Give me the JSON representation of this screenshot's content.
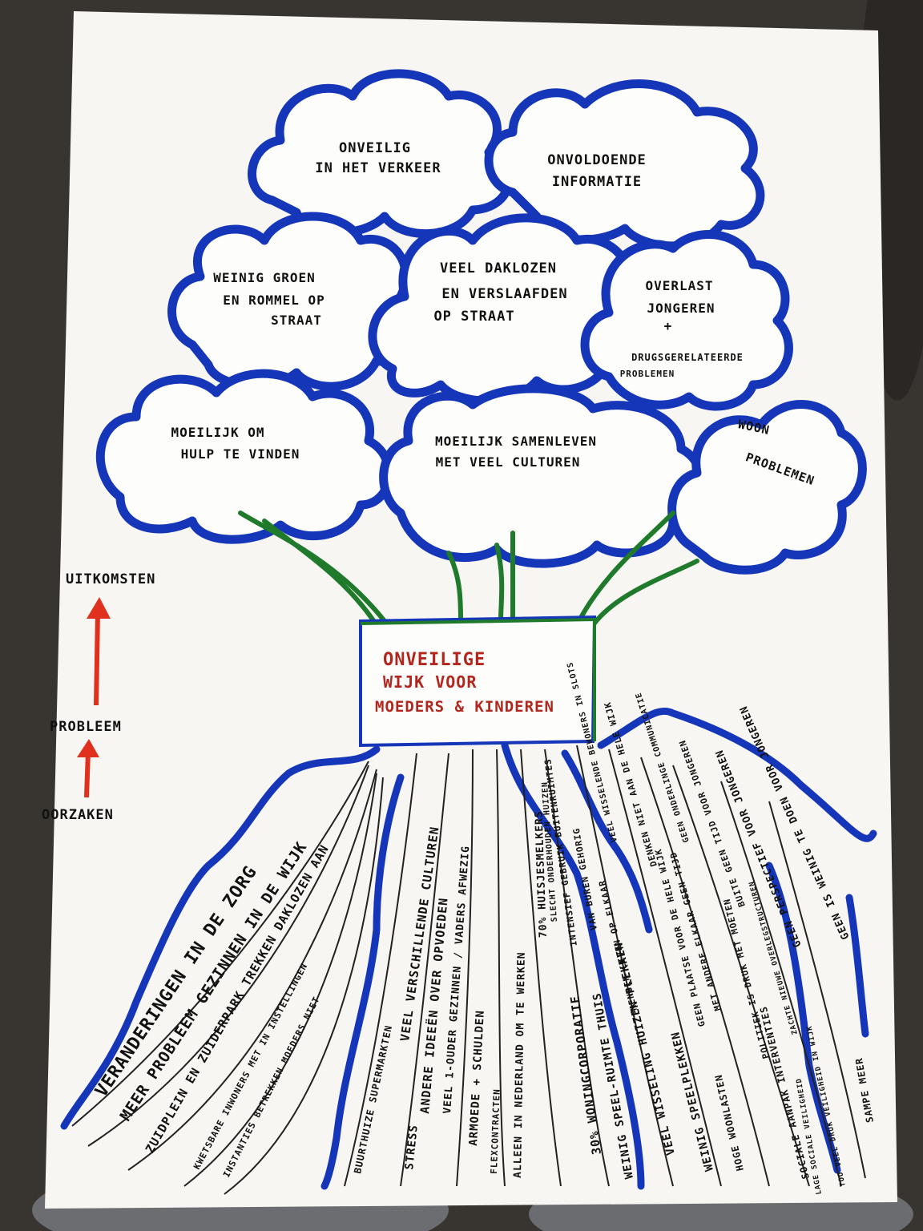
{
  "clouds": [
    {
      "id": "c1",
      "lines": [
        "ONVEILIG",
        "IN HET VERKEER"
      ]
    },
    {
      "id": "c2",
      "lines": [
        "ONVOLDOENDE",
        "INFORMATIE"
      ]
    },
    {
      "id": "c3",
      "lines": [
        "WEINIG GROEN",
        "EN ROMMEL OP",
        "STRAAT"
      ]
    },
    {
      "id": "c4",
      "lines": [
        "VEEL DAKLOZEN",
        "EN VERSLAAFDEN",
        "OP STRAAT"
      ]
    },
    {
      "id": "c5",
      "lines": [
        "OVERLAST",
        "JONGEREN",
        "+",
        "DRUGSGERELATEERDE",
        "PROBLEMEN"
      ]
    },
    {
      "id": "c6",
      "lines": [
        "MOEILIJK OM",
        "HULP TE VINDEN"
      ]
    },
    {
      "id": "c7",
      "lines": [
        "MOEILIJK SAMENLEVEN",
        "MET VEEL CULTUREN"
      ]
    },
    {
      "id": "c8",
      "lines": [
        "WOON",
        "PROBLEMEN"
      ]
    }
  ],
  "trunk": {
    "lines": [
      "ONVEILIGE",
      "WIJK VOOR",
      "MOEDERS & KINDEREN"
    ]
  },
  "legend": {
    "top": "UITKOMSTEN",
    "middle": "PROBLEEM",
    "bottom": "OORZAKEN",
    "arrow_color": "#e0301e"
  },
  "roots": [
    "VERANDERINGEN IN DE ZORG",
    "MEER PROBLEEM GEZINNEN IN DE WIJK",
    "ZUIDPLEIN EN ZUIDERPARK TREKKEN DAKLOZEN AAN",
    "KWETSBARE INWONERS MET IN INSTELLINGEN",
    "INSTANTIES BETREKKEN MOEDERS NIET",
    "BUURTHUIZE SUPERMARKTEN",
    "VEEL VERSCHILLENDE CULTUREN",
    "STRESS",
    "ANDERE IDEEËN OVER OPVOEDEN",
    "VEEL 1-OUDER GEZINNEN / VADERS AFWEZIG",
    "ARMOEDE + SCHULDEN",
    "FLEXCONTRACTEN",
    "ALLEEN IN NEDERLAND OM TE WERKEN",
    "70% HUISJESMELKERS",
    "30% WONINGCORPORATIE",
    "SLECHT ONDERHOUDEN HUIZEN",
    "WEINIG SPEEL-RUIMTE THUIS",
    "INTENSIEF GEBRUIK BUITENRUIMTES",
    "VAN BUREN GEHORIG",
    "VEEL WISSELENDE BEWONERS IN SLOTS",
    "MENSEN LEVEN OP ELKAAR",
    "VEEL WISSELING HUIZEN PLEKKEN",
    "DENKEN NIET AAN DE HELE WIJK",
    "WEINIG SPEELPLEKKEN",
    "GEEN PLAATSE VOOR DE HELE WIJK",
    "HOGE WOONLASTEN",
    "GEEN ONDERLINGE COMMUNICATIE",
    "MET ANDERE ELKAAR GEEN TIJD",
    "POLITIEK IS DRUK MET MOETEN",
    "BUITE GEEN TIJD VOOR JONGEREN",
    "SOCIALE AANPAK INTERVENTIES",
    "ZACHTE NIEUWE OVERLEGSTRUCTUREN",
    "GEEN PERSPECTIEF VOOR JONGEREN",
    "GEEN IS WEINIG TE DOEN VOOR JONGEREN",
    "LAGE SOCIALE VEILIGHEID",
    "TOO VEEL DRUK VEILIGHEID IN WIJK",
    "SAMPE MEER"
  ]
}
